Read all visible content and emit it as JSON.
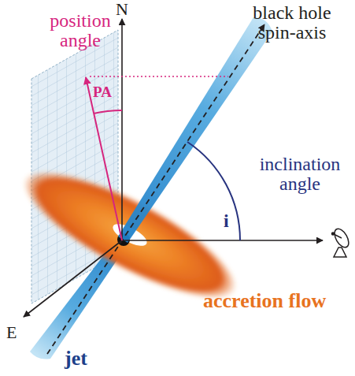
{
  "diagram": {
    "labels": [
      "N",
      "position angle",
      "PA",
      "black hole spin-axis",
      "inclination angle",
      "i",
      "E",
      "accretion flow",
      "jet"
    ]
  }
}
